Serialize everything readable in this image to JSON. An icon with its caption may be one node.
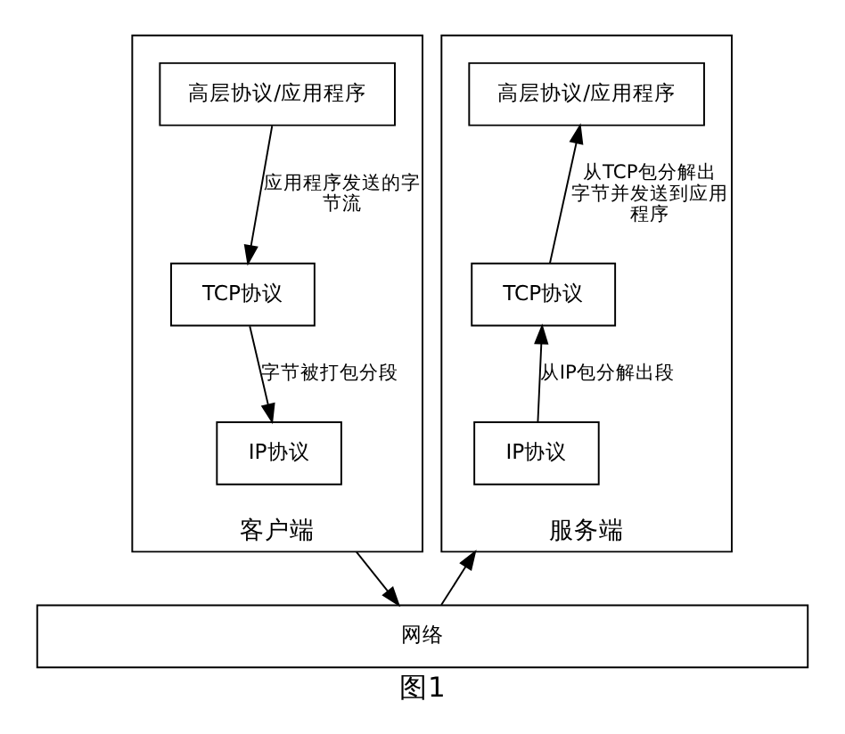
{
  "diagram": {
    "caption": "图1",
    "nodes": [
      {
        "text": [
          "客户端"
        ]
      },
      {
        "text": [
          "高层协议/应用程序"
        ],
        "in": 0
      },
      {
        "text": [
          "TCP协议"
        ],
        "in": 0
      },
      {
        "text": [
          "IP协议"
        ],
        "in": 0
      },
      {
        "text": [
          "服务端"
        ]
      },
      {
        "text": [
          "高层协议/应用程序"
        ],
        "in": 4
      },
      {
        "text": [
          "TCP协议"
        ],
        "in": 4
      },
      {
        "text": [
          "IP协议"
        ],
        "in": 4
      },
      {
        "text": [
          "网络"
        ]
      }
    ],
    "edges": [
      {
        "from": 1,
        "to": 2,
        "arrow": "to",
        "label": "应用程序发送的字节流"
      },
      {
        "from": 2,
        "to": 3,
        "arrow": "to",
        "label": "字节被打包分段"
      },
      {
        "from": 0,
        "to": 8,
        "arrow": "to"
      },
      {
        "from": 8,
        "to": 4,
        "arrow": "to"
      },
      {
        "from": 7,
        "to": 6,
        "arrow": "to",
        "label": "从IP包分解出段"
      },
      {
        "from": 6,
        "to": 5,
        "arrow": "to",
        "label": "从TCP包分解出字节并发送到应用程序"
      }
    ]
  }
}
